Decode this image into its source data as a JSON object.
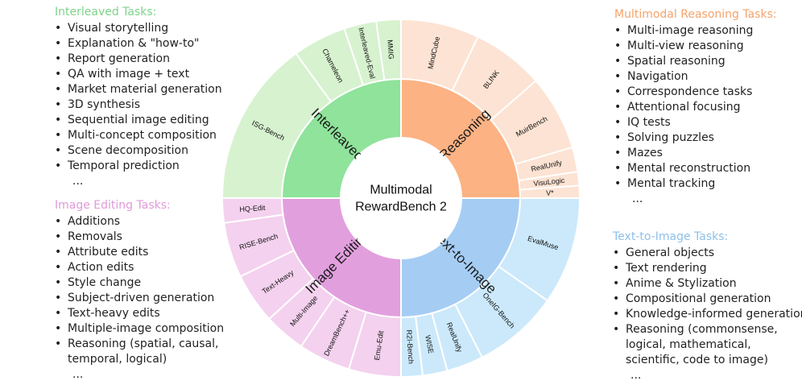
{
  "center_label": [
    "Multimodal",
    "RewardBench 2"
  ],
  "categories": [
    {
      "label": "Reasoning",
      "color": "#fcb283",
      "segments": [
        {
          "label": "MindCube",
          "color": "#fde3d3"
        },
        {
          "label": "BLINK",
          "color": "#fde3d3"
        },
        {
          "label": "MuirBench",
          "color": "#fde3d3"
        },
        {
          "label": "RealUnify",
          "color": "#fde3d3"
        },
        {
          "label": "VisuLogic",
          "color": "#fde3d3"
        },
        {
          "label": "V*",
          "color": "#fde3d3"
        }
      ]
    },
    {
      "label": "Text-to-Image",
      "color": "#a5cdf4",
      "segments": [
        {
          "label": "EvalMuse",
          "color": "#cbe9fb"
        },
        {
          "label": "OneIG-Bench",
          "color": "#cbe9fb"
        },
        {
          "label": "RealUnify",
          "color": "#cbe9fb"
        },
        {
          "label": "WISE",
          "color": "#cbe9fb"
        },
        {
          "label": "R2I-Bench",
          "color": "#cbe9fb"
        }
      ]
    },
    {
      "label": "Image Editing",
      "color": "#e29fde",
      "segments": [
        {
          "label": "Emu-Edit",
          "color": "#f4d1ef"
        },
        {
          "label": "DreamBench++",
          "color": "#f4d1ef"
        },
        {
          "label": "Multi-Image",
          "color": "#f4d1ef"
        },
        {
          "label": "Text-Heavy",
          "color": "#f4d1ef"
        },
        {
          "label": "RISE-Bench",
          "color": "#f4d1ef"
        },
        {
          "label": "HQ-Edit",
          "color": "#f4d1ef"
        }
      ]
    },
    {
      "label": "Interleaved",
      "color": "#8fe39b",
      "segments": [
        {
          "label": "ISG-Bench",
          "color": "#d7f2cf"
        },
        {
          "label": "Chameleon",
          "color": "#d7f2cf"
        },
        {
          "label": "Interleaved-Eval",
          "color": "#d7f2cf"
        },
        {
          "label": "MMIG",
          "color": "#d7f2cf"
        }
      ]
    }
  ],
  "panels": {
    "interleaved": {
      "title": "Interleaved Tasks:",
      "color": "#7ed38a",
      "items": [
        "Visual storytelling",
        "Explanation & \"how-to\"",
        "Report generation",
        "QA with image + text",
        "Market material generation",
        "3D synthesis",
        "Sequential image editing",
        "Multi-concept composition",
        "Scene decomposition",
        "Temporal prediction"
      ],
      "more": "..."
    },
    "editing": {
      "title": "Image Editing Tasks:",
      "color": "#e09ad8",
      "items": [
        "Additions",
        "Removals",
        "Attribute edits",
        "Action edits",
        "Style change",
        "Subject-driven generation",
        "Text-heavy edits",
        "Multiple-image composition",
        "Reasoning (spatial, causal,",
        "temporal, logical)"
      ],
      "more": "..."
    },
    "reasoning": {
      "title": "Multimodal Reasoning Tasks:",
      "color": "#f6a36b",
      "items": [
        "Multi-image reasoning",
        "Multi-view reasoning",
        "Spatial reasoning",
        "Navigation",
        "Correspondence tasks",
        "Attentional focusing",
        "IQ tests",
        "Solving puzzles",
        "Mazes",
        "Mental reconstruction",
        "Mental tracking"
      ],
      "more": "..."
    },
    "t2i": {
      "title": "Text-to-Image Tasks:",
      "color": "#8ec0ea",
      "items": [
        "General objects",
        "Text rendering",
        "Anime & Stylization",
        "Compositional generation",
        "Knowledge-informed generation",
        "Reasoning (commonsense,",
        "logical, mathematical,",
        "scientific, code to image)"
      ],
      "more": "..."
    }
  }
}
